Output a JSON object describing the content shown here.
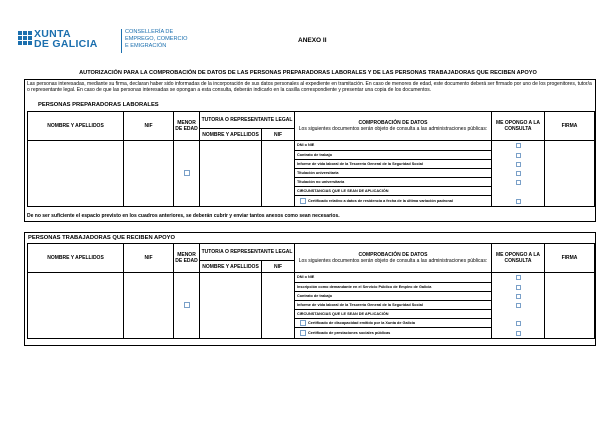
{
  "header": {
    "logo_line1": "XUNTA",
    "logo_line2": "DE GALICIA",
    "dept_line1": "CONSELLERÍA DE",
    "dept_line2": "EMPREGO, COMERCIO",
    "dept_line3": "E EMIGRACIÓN",
    "annex": "ANEXO II",
    "brand_color": "#1b6fae"
  },
  "title": "AUTORIZACIÓN PARA LA COMPROBACIÓN DE DATOS DE LAS PERSONAS PREPARADORAS LABORALES Y DE LAS PERSONAS TRABAJADORAS QUE RECIBEN APOYO",
  "intro": "Las personas interesadas, mediante su firma, declaran haber sido informadas de la incorporación de sus datos personales al expediente en tramitación. En caso de menores de edad, este documento deberá ser firmado por uno de los progenitores, tutor/a o representante legal. En caso de que las personas interesadas se opongan a esta consulta, deberán indicarlo en la casilla correspondiente y presentar una copia de los documentos.",
  "columns": {
    "name": "NOMBRE Y APELLIDOS",
    "nif": "NIF",
    "minor": "MENOR DE EDAD",
    "tutor": "TUTOR/A O REPRESENTANTE LEGAL",
    "tutor_name": "NOMBRE Y APELLIDOS",
    "tutor_nif": "NIF",
    "check_title": "COMPROBACIÓN DE DATOS",
    "check_sub": "Los siguientes documentos serán objeto de consulta a las administraciones públicas:",
    "oppose": "ME OPONGO A LA CONSULTA",
    "sign": "FIRMA"
  },
  "section1": {
    "title": "PERSONAS PREPARADORAS LABORALES",
    "docs": [
      {
        "label": "DNI o NIE",
        "kind": "item"
      },
      {
        "label": "Contrato de trabajo",
        "kind": "item"
      },
      {
        "label": "Informe de vida laboral de la Tesorería General de la Seguridad Social",
        "kind": "item"
      },
      {
        "label": "Titulación universitaria",
        "kind": "item"
      },
      {
        "label": "Titulación no universitaria",
        "kind": "item"
      },
      {
        "label": "CIRCUNSTANCIAS QUE LE SEAN DE APLICACIÓN",
        "kind": "circ"
      },
      {
        "label": "Certificado relativo a datos de residencia a fecha de la última variación padronal",
        "kind": "sub"
      }
    ]
  },
  "note": "De no ser suficiente el espacio previsto en los cuadros anteriores, se deberán cubrir y enviar tantos anexos como sean necesarios.",
  "section2": {
    "title": "PERSONAS TRABAJADORAS QUE RECIBEN APOYO",
    "docs": [
      {
        "label": "DNI o NIE",
        "kind": "item"
      },
      {
        "label": "Inscripción como demandante en el Servicio Público de Empleo de Galicia",
        "kind": "item"
      },
      {
        "label": "Contrato de trabajo",
        "kind": "item"
      },
      {
        "label": "Informe de vida laboral de la Tesorería General de la Seguridad Social",
        "kind": "item"
      },
      {
        "label": "CIRCUNSTANCIAS QUE LE SEAN DE APLICACIÓN",
        "kind": "circ"
      },
      {
        "label": "Certificado de discapacidad emitido por la Xunta de Galicia",
        "kind": "sub"
      },
      {
        "label": "Certificado de prestaciones sociales públicas",
        "kind": "sub"
      }
    ]
  }
}
